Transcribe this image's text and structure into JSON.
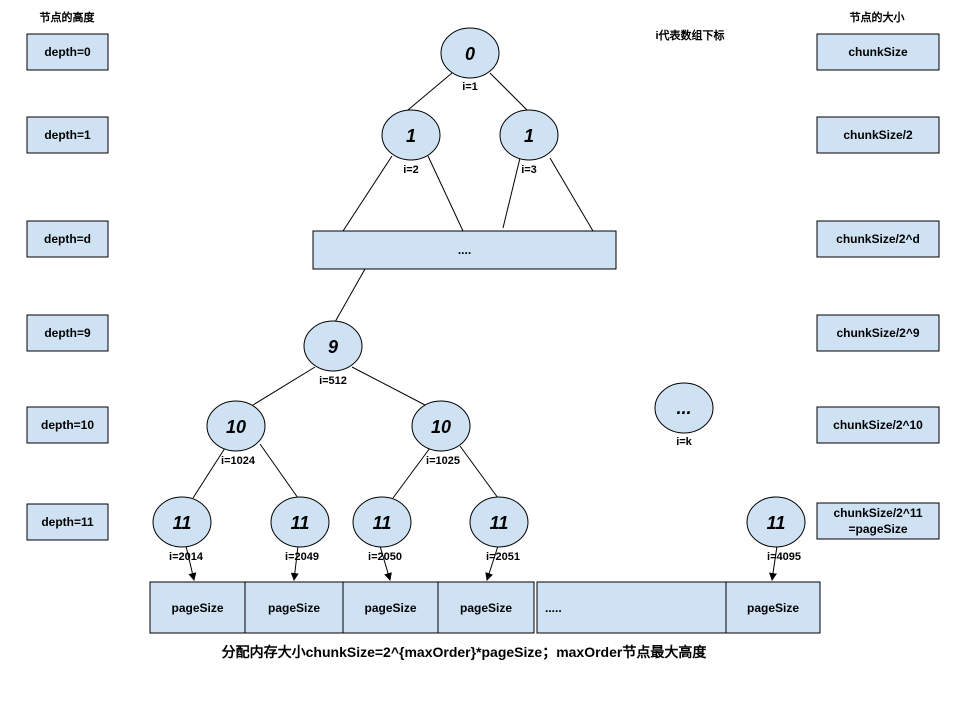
{
  "headers": {
    "left": "节点的高度",
    "center": "i代表数组下标",
    "right": "节点的大小"
  },
  "depth_labels": [
    "depth=0",
    "depth=1",
    "depth=d",
    "depth=9",
    "depth=10",
    "depth=11"
  ],
  "size_labels": [
    "chunkSize",
    "chunkSize/2",
    "chunkSize/2^d",
    "chunkSize/2^9",
    "chunkSize/2^10",
    "chunkSize/2^11",
    "=pageSize"
  ],
  "middle_box": "....",
  "nodes": [
    {
      "value": "0",
      "index": "i=1"
    },
    {
      "value": "1",
      "index": "i=2"
    },
    {
      "value": "1",
      "index": "i=3"
    },
    {
      "value": "9",
      "index": "i=512"
    },
    {
      "value": "10",
      "index": "i=1024"
    },
    {
      "value": "10",
      "index": "i=1025"
    },
    {
      "value": "...",
      "index": "i=k"
    },
    {
      "value": "11",
      "index": "i=2014"
    },
    {
      "value": "11",
      "index": "i=2049"
    },
    {
      "value": "11",
      "index": "i=2050"
    },
    {
      "value": "11",
      "index": "i=2051"
    },
    {
      "value": "11",
      "index": "i=4095"
    }
  ],
  "page_row": [
    "pageSize",
    "pageSize",
    "pageSize",
    "pageSize",
    ".....",
    "pageSize"
  ],
  "caption": "分配内存大小chunkSize=2^{maxOrder}*pageSize；maxOrder节点最大高度",
  "colors": {
    "fill": "#cfe2f3",
    "stroke": "#000000"
  }
}
